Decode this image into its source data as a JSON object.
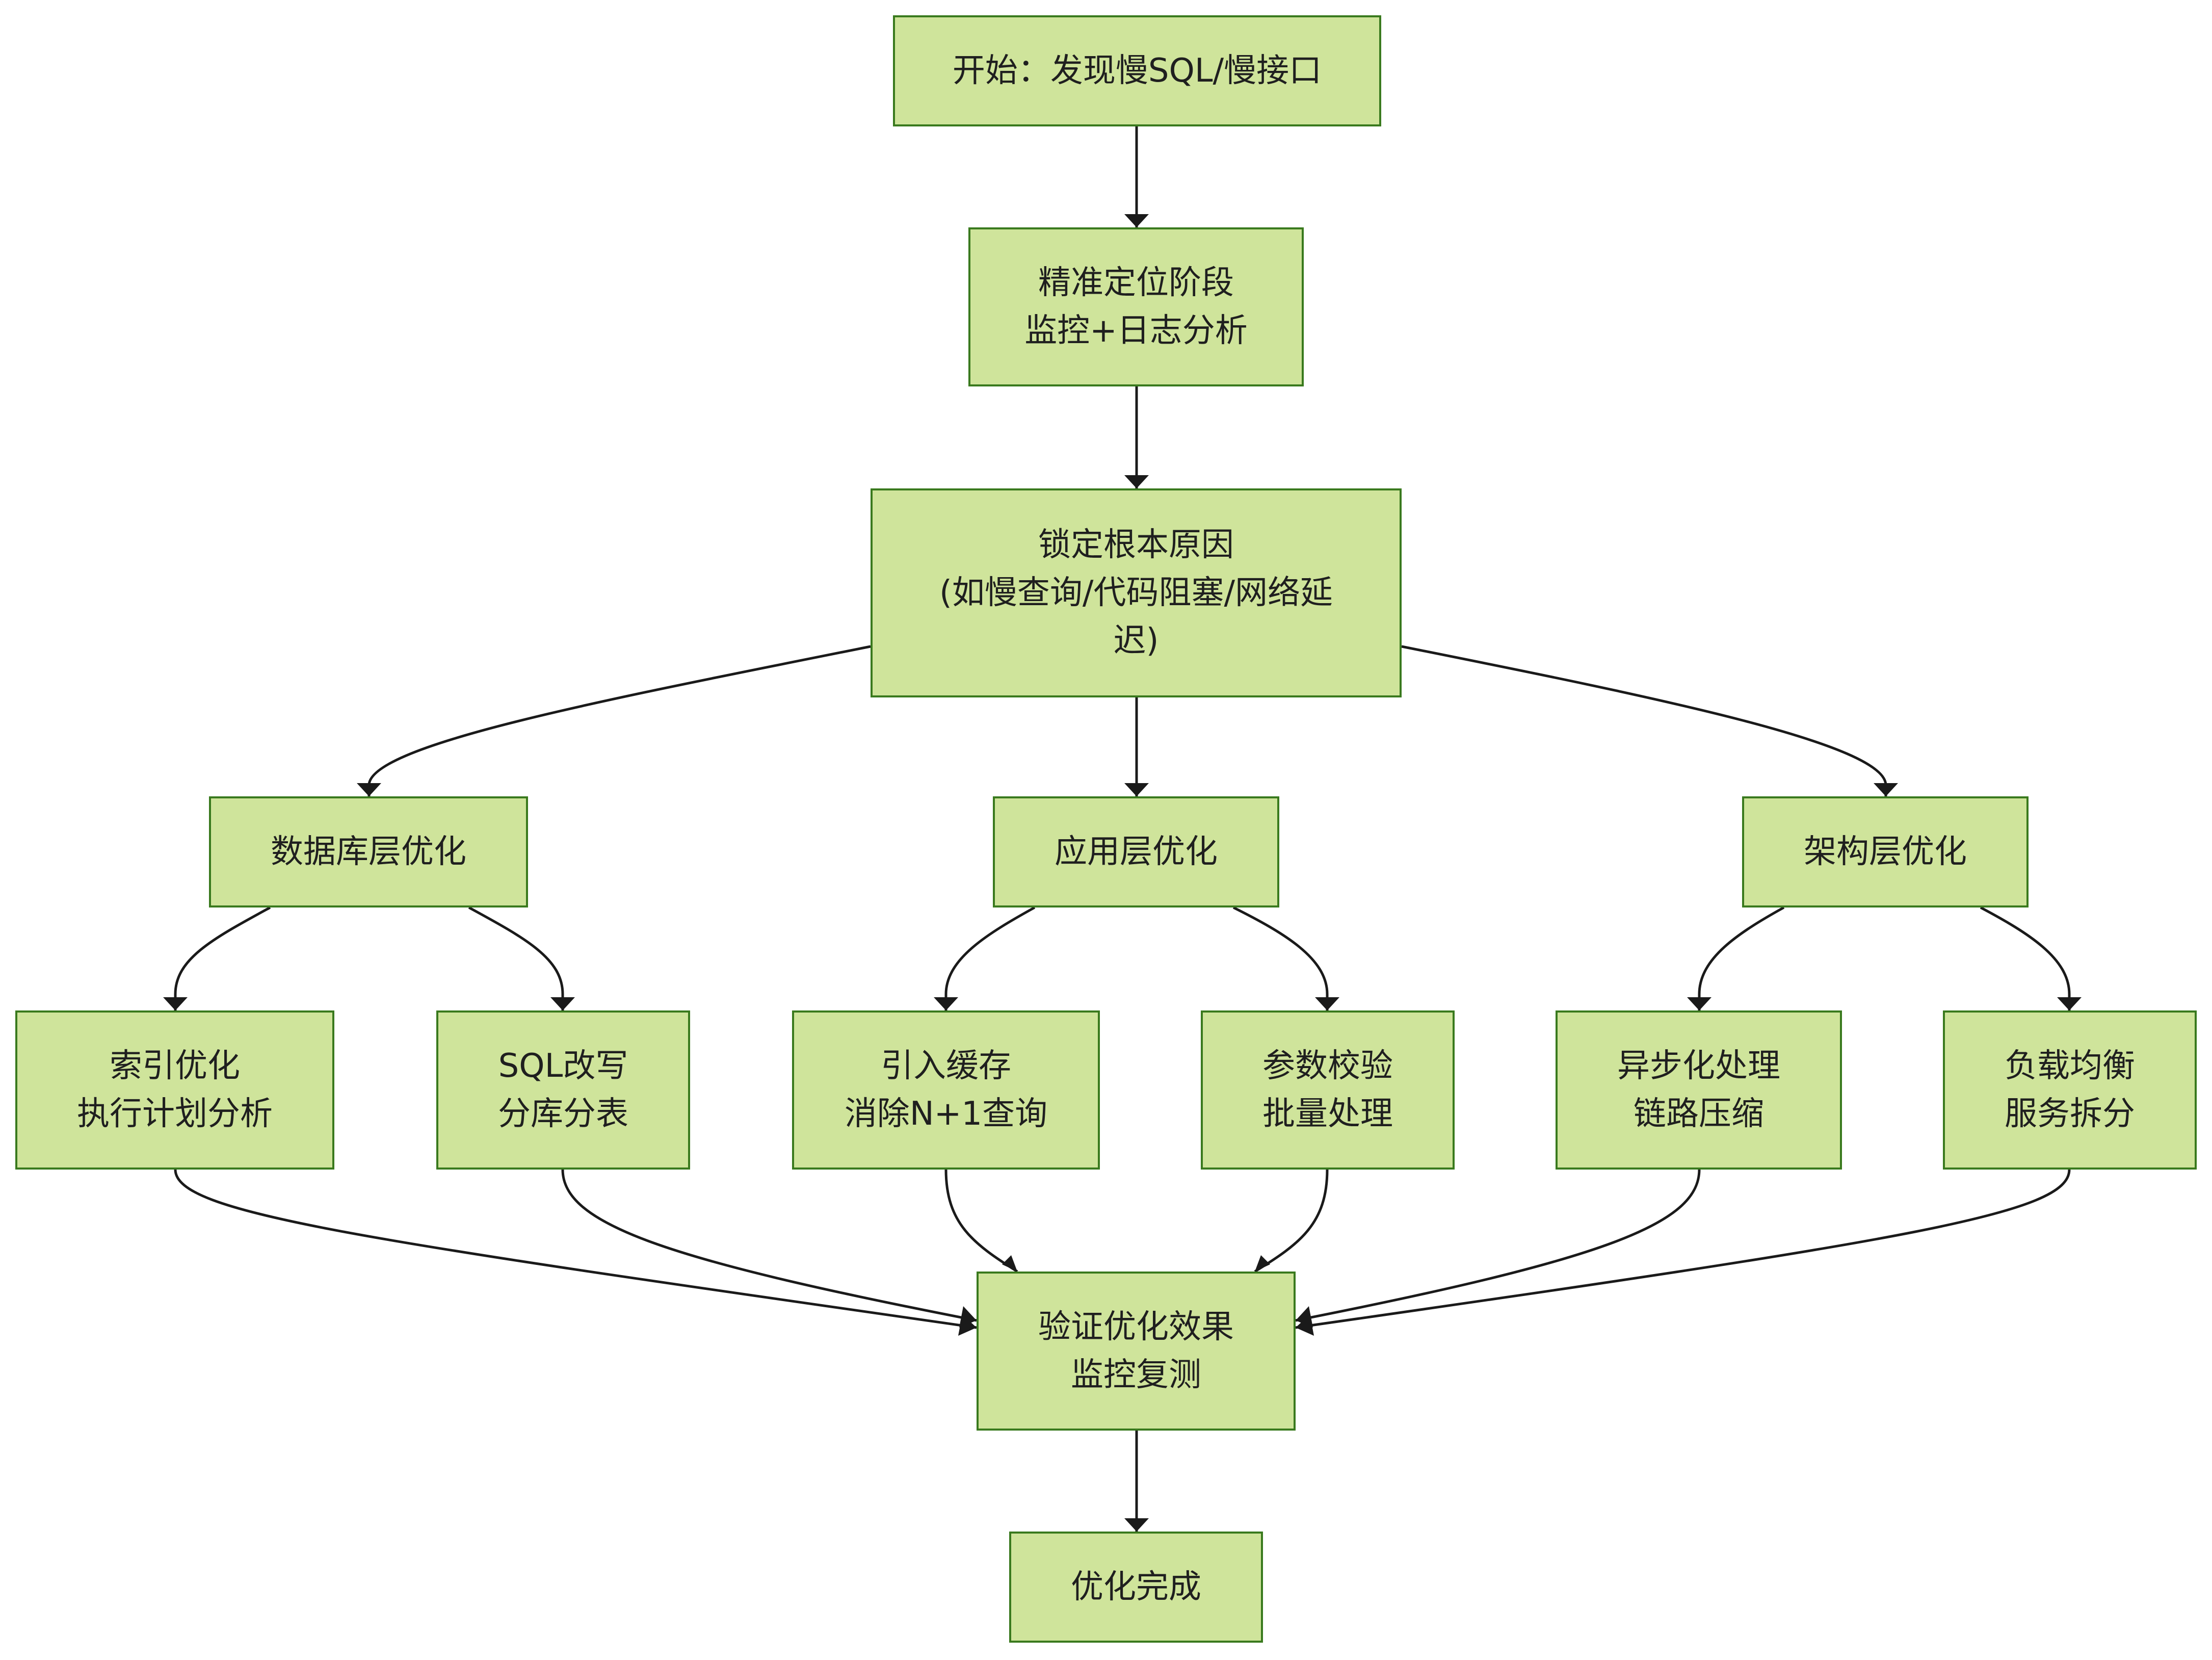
{
  "nodes": {
    "start": {
      "lines": [
        "开始：发现慢SQL/慢接口"
      ]
    },
    "locate": {
      "lines": [
        "精准定位阶段",
        "监控+日志分析"
      ]
    },
    "root_cause": {
      "lines": [
        "锁定根本原因",
        "(如慢查询/代码阻塞/网络延",
        "迟)"
      ]
    },
    "db_layer": {
      "lines": [
        "数据库层优化"
      ]
    },
    "app_layer": {
      "lines": [
        "应用层优化"
      ]
    },
    "arch_layer": {
      "lines": [
        "架构层优化"
      ]
    },
    "index_opt": {
      "lines": [
        "索引优化",
        "执行计划分析"
      ]
    },
    "sql_rewrite": {
      "lines": [
        "SQL改写",
        "分库分表"
      ]
    },
    "cache": {
      "lines": [
        "引入缓存",
        "消除N+1查询"
      ]
    },
    "param_check": {
      "lines": [
        "参数校验",
        "批量处理"
      ]
    },
    "async": {
      "lines": [
        "异步化处理",
        "链路压缩"
      ]
    },
    "load_balance": {
      "lines": [
        "负载均衡",
        "服务拆分"
      ]
    },
    "verify": {
      "lines": [
        "验证优化效果",
        "监控复测"
      ]
    },
    "done": {
      "lines": [
        "优化完成"
      ]
    }
  },
  "edges": [
    [
      "start",
      "locate"
    ],
    [
      "locate",
      "root_cause"
    ],
    [
      "root_cause",
      "db_layer"
    ],
    [
      "root_cause",
      "app_layer"
    ],
    [
      "root_cause",
      "arch_layer"
    ],
    [
      "db_layer",
      "index_opt"
    ],
    [
      "db_layer",
      "sql_rewrite"
    ],
    [
      "app_layer",
      "cache"
    ],
    [
      "app_layer",
      "param_check"
    ],
    [
      "arch_layer",
      "async"
    ],
    [
      "arch_layer",
      "load_balance"
    ],
    [
      "index_opt",
      "verify"
    ],
    [
      "sql_rewrite",
      "verify"
    ],
    [
      "cache",
      "verify"
    ],
    [
      "param_check",
      "verify"
    ],
    [
      "async",
      "verify"
    ],
    [
      "load_balance",
      "verify"
    ],
    [
      "verify",
      "done"
    ]
  ],
  "colors": {
    "node_fill": "#cfe49b",
    "node_border": "#3a7a1e",
    "edge": "#1a1a1a",
    "text": "#1f1f1f"
  }
}
